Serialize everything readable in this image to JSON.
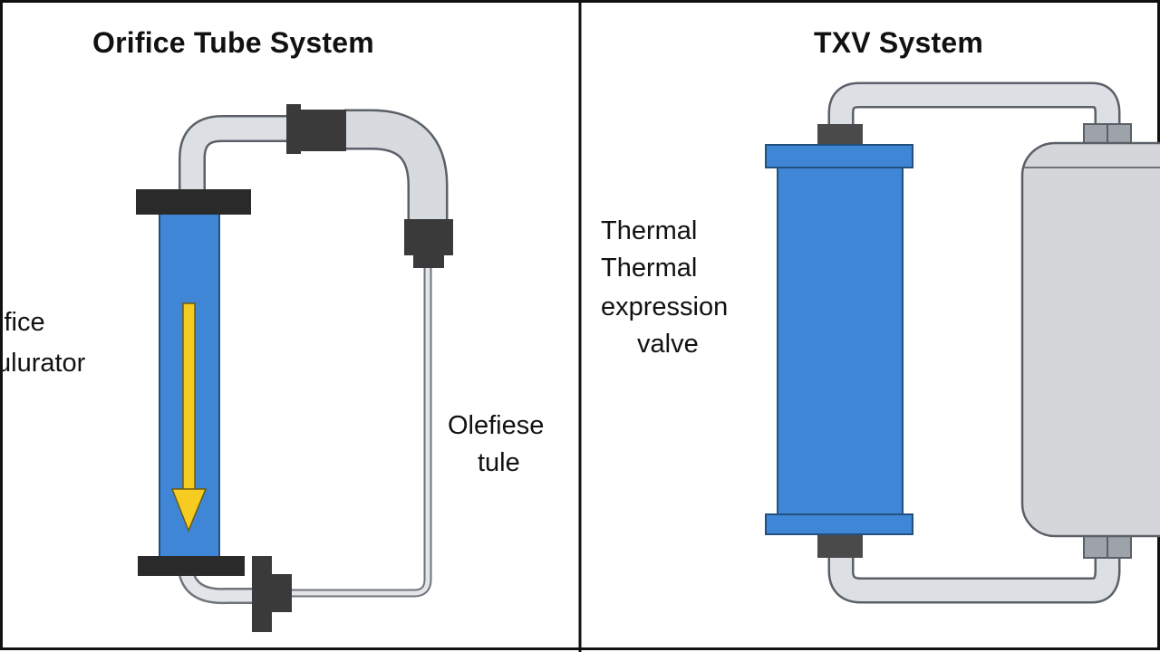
{
  "left_panel": {
    "title": "Orifice Tube System",
    "side_label_line1": "ifice",
    "side_label_line2": "ulurator",
    "tube_label_line1": "Olefiese",
    "tube_label_line2": "tule"
  },
  "right_panel": {
    "title": "TXV System",
    "valve_label_line1": "Thermal",
    "valve_label_line2": "Thermal",
    "valve_label_line3": "expression",
    "valve_label_line4": "valve"
  },
  "colors": {
    "accumulator_blue": "#3f86d6",
    "flow_arrow_yellow": "#f5cc1f",
    "fitting_dark": "#3a3a3a",
    "pipe_gray": "#dcdfe3",
    "tank_gray": "#d4d6da"
  }
}
